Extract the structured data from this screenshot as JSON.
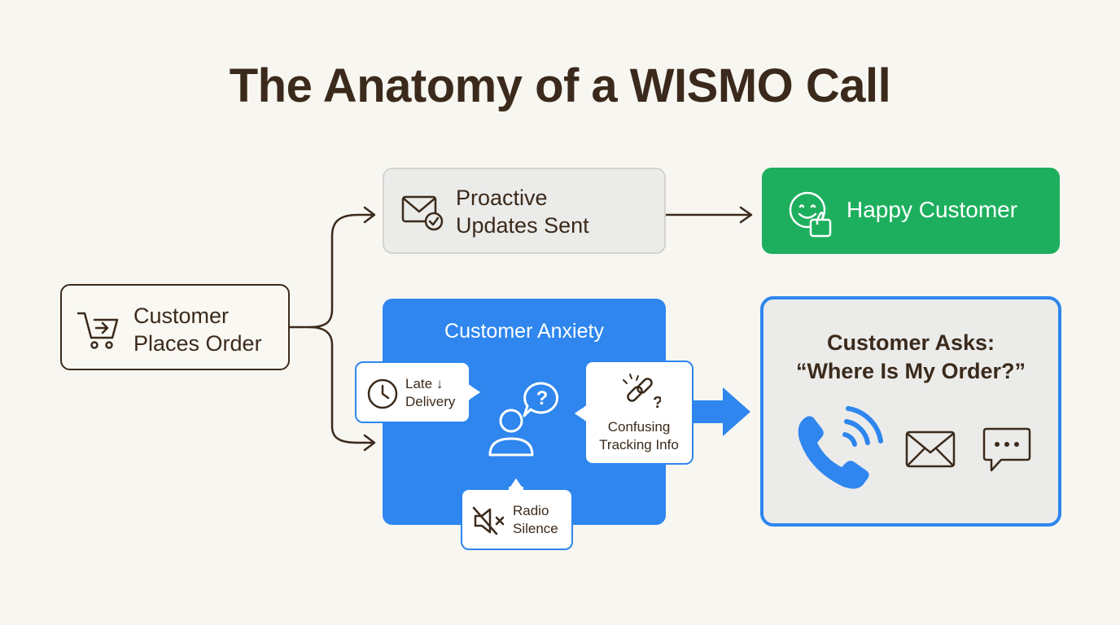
{
  "title": "The Anatomy of a WISMO Call",
  "nodes": {
    "start": {
      "line1": "Customer",
      "line2": "Places Order",
      "icon": "shopping-cart-icon"
    },
    "proactive": {
      "line1": "Proactive",
      "line2": "Updates Sent",
      "icon": "envelope-check-icon"
    },
    "happy": {
      "label": "Happy Customer",
      "icon": "smiley-thumbs-up-icon"
    },
    "anxiety": {
      "label": "Customer Anxiety",
      "icon": "confused-person-icon",
      "causes": [
        {
          "line1": "Late",
          "line2": "Delivery",
          "icon": "clock-down-arrow-icon"
        },
        {
          "line1": "Confusing",
          "line2": "Tracking Info",
          "icon": "broken-link-question-icon"
        },
        {
          "line1": "Radio",
          "line2": "Silence",
          "icon": "muted-speaker-icon"
        }
      ]
    },
    "asks": {
      "line1": "Customer Asks:",
      "line2": "“Where Is My Order?”",
      "channels": [
        "phone-icon",
        "email-icon",
        "chat-icon"
      ]
    }
  },
  "colors": {
    "background": "#f7f6f1",
    "text": "#3b2a1b",
    "green": "#1daf5e",
    "blue": "#2e86ee",
    "gray_box": "#ebebea"
  }
}
